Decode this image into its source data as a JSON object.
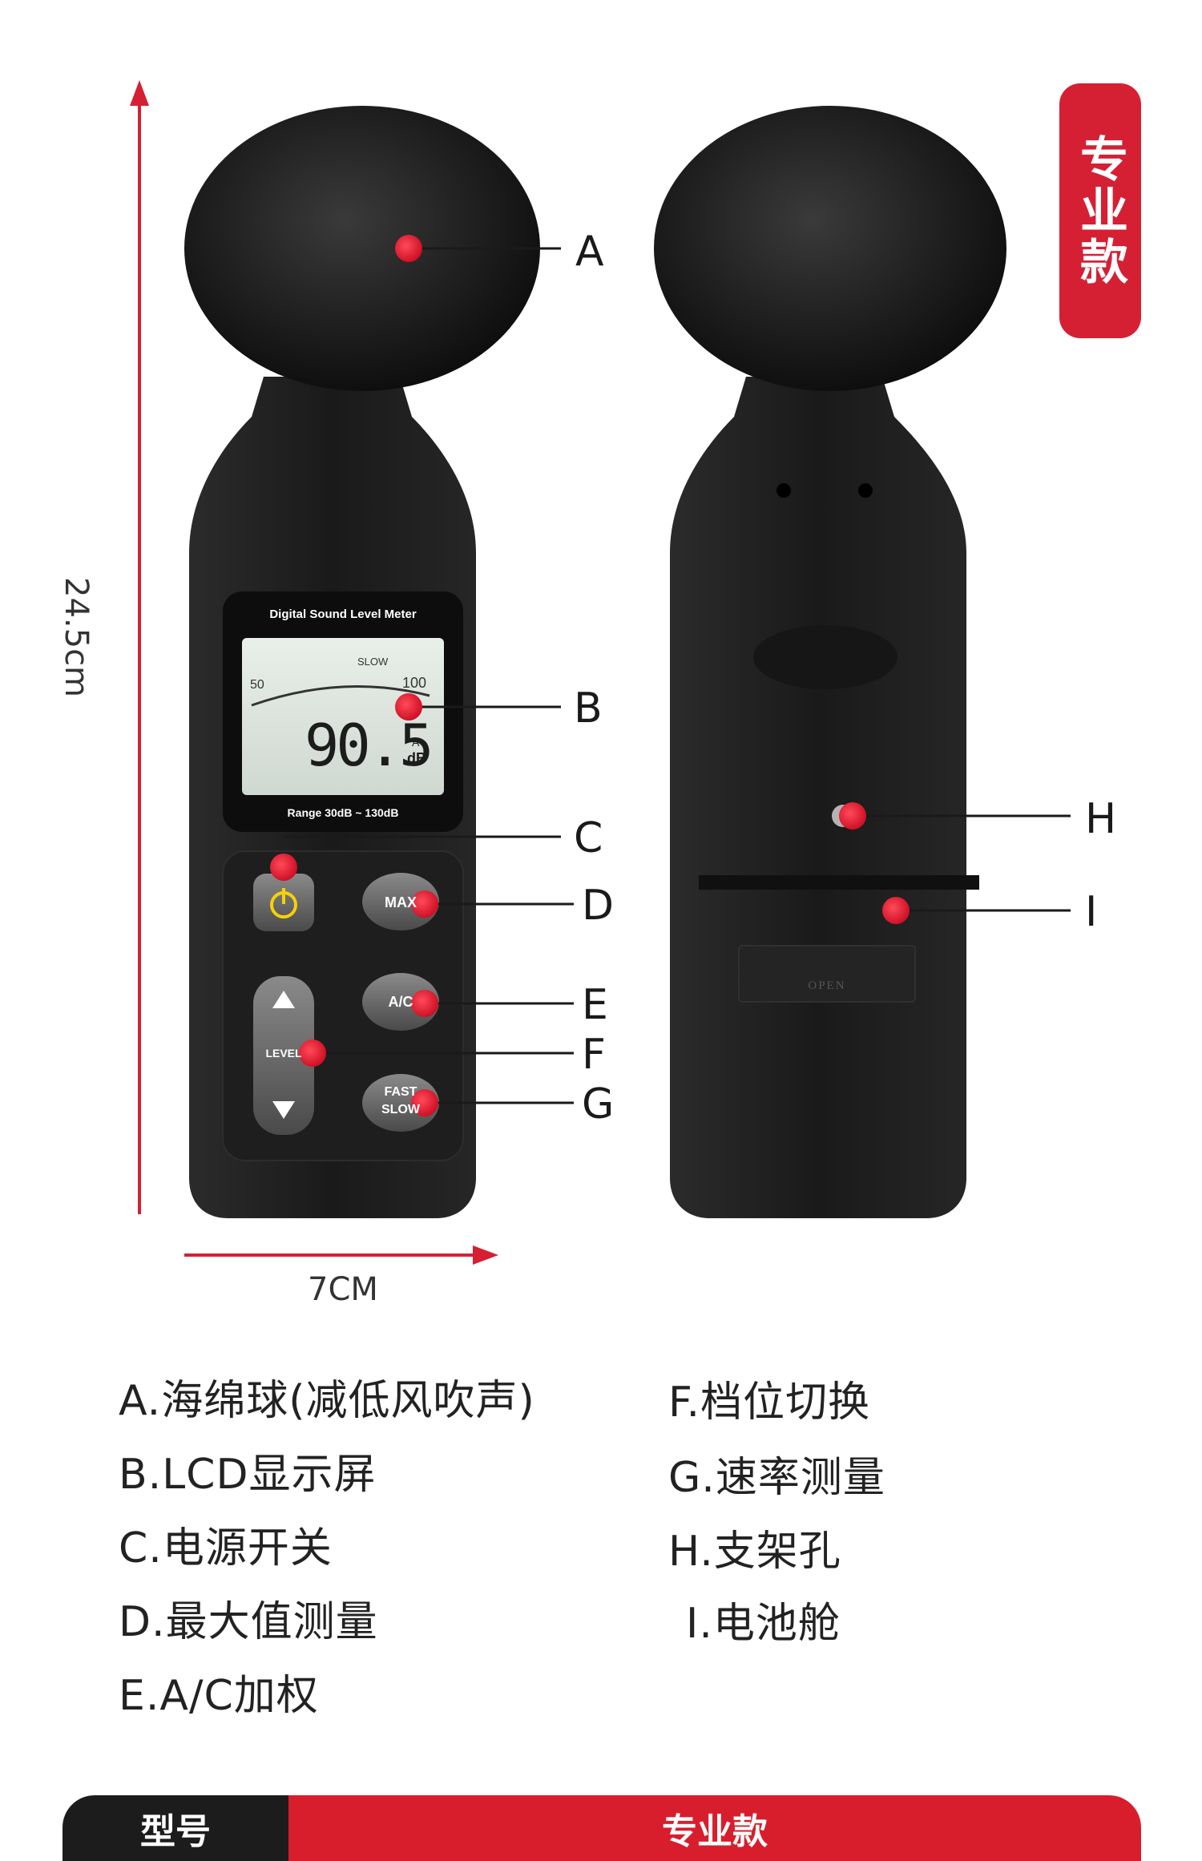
{
  "badge": {
    "text": "专业款"
  },
  "dimensions": {
    "height": "24.5cm",
    "width": "7CM"
  },
  "lcd": {
    "title": "Digital Sound Level Meter",
    "mode": "SLOW",
    "scale_min": "50",
    "scale_max": "100",
    "reading": "90.5",
    "weighting": "A",
    "unit": "dB",
    "range": "Range  30dB ~ 130dB"
  },
  "buttons": {
    "max": "MAX",
    "ac": "A/C",
    "level": "LEVEL",
    "fast": "FAST",
    "slow": "SLOW"
  },
  "back": {
    "cover_label": "OPEN"
  },
  "callouts": [
    "A",
    "B",
    "C",
    "D",
    "E",
    "F",
    "G",
    "H",
    "I"
  ],
  "legend_left": [
    "A.海绵球(减低风吹声)",
    "B.LCD显示屏",
    "C.电源开关",
    "D.最大值测量",
    "E.A/C加权"
  ],
  "legend_right": [
    "F.档位切换",
    "G.速率测量",
    "H.支架孔",
    "I.电池舱"
  ],
  "footer": {
    "label": "型号",
    "value": "专业款"
  },
  "colors": {
    "accent": "#d52034",
    "dark": "#1c1c1c"
  }
}
